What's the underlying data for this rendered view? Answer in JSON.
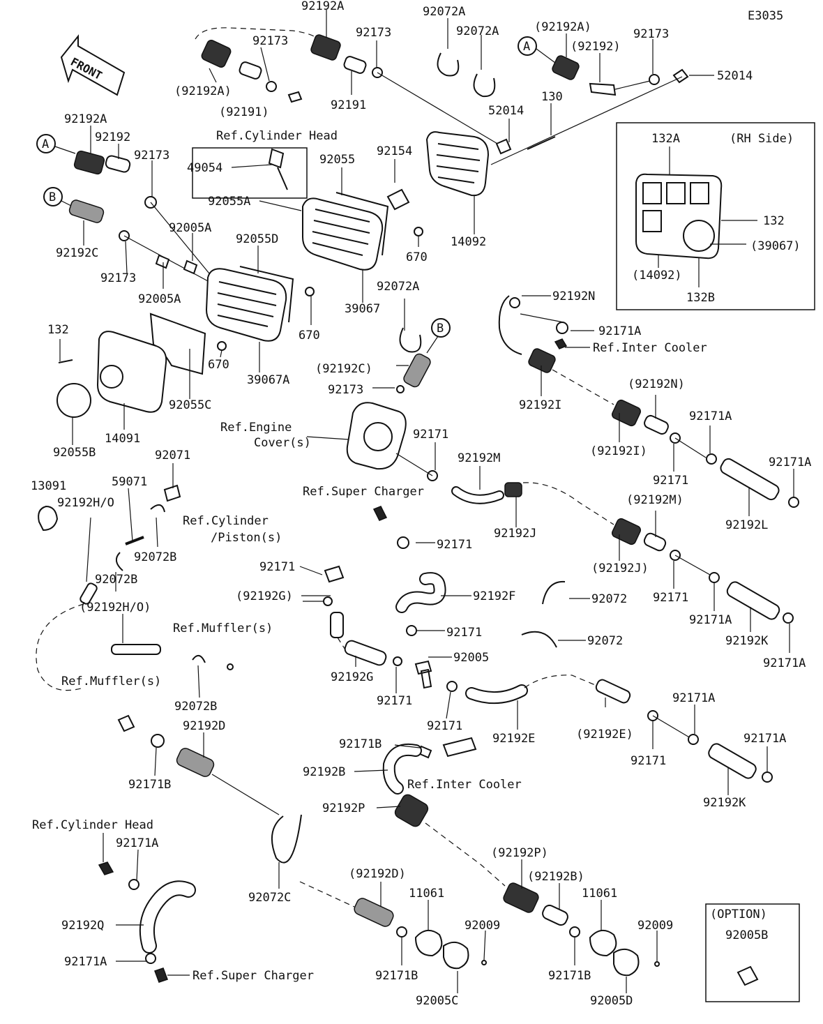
{
  "diagram_code": "E3035",
  "front_label": "FRONT",
  "inset_title": "(RH Side)",
  "option_title": "(OPTION)",
  "callout_a": "A",
  "callout_b": "B",
  "refs": {
    "cylinder_head": "Ref.Cylinder Head",
    "inter_cooler": "Ref.Inter Cooler",
    "engine_cover_1": "Ref.Engine",
    "engine_cover_2": "Cover(s)",
    "super_charger": "Ref.Super Charger",
    "cylinder_piston_1": "Ref.Cylinder",
    "cylinder_piston_2": "/Piston(s)",
    "muffler": "Ref.Muffler(s)",
    "inter_cooler_2": "Ref.Inter Cooler",
    "cylinder_head_2": "Ref.Cylinder Head",
    "super_charger_2": "Ref.Super Charger"
  },
  "parts": {
    "p92192A": "92192A",
    "p92192A_p1": "(92192A)",
    "p92192A_p2": "(92192A)",
    "p92173": "92173",
    "p92191": "92191",
    "p92191_p": "(92191)",
    "p92072A": "92072A",
    "p92192_p": "(92192)",
    "p52014": "52014",
    "p130": "130",
    "p92192": "92192",
    "p49054": "49054",
    "p92055": "92055",
    "p92154": "92154",
    "p92055A": "92055A",
    "p92005A": "92005A",
    "p92055D": "92055D",
    "p92192C": "92192C",
    "p92192C_p": "(92192C)",
    "p670": "670",
    "p39067": "39067",
    "p14092": "14092",
    "p39067A": "39067A",
    "p132": "132",
    "p92055C": "92055C",
    "p14091": "14091",
    "p92055B": "92055B",
    "p132A": "132A",
    "p14092_p": "(14092)",
    "p39067_p": "(39067)",
    "p132B": "132B",
    "p92192N": "92192N",
    "p92192N_p": "(92192N)",
    "p92171A": "92171A",
    "p92192I": "92192I",
    "p92192I_p": "(92192I)",
    "p92171": "92171",
    "p92192L": "92192L",
    "p92192M": "92192M",
    "p92192M_p": "(92192M)",
    "p92192J": "92192J",
    "p92192J_p": "(92192J)",
    "p92192K": "92192K",
    "p92071": "92071",
    "p13091": "13091",
    "p59071": "59071",
    "p92192HO": "92192H/O",
    "p92192HO_p": "(92192H/O)",
    "p92072B": "92072B",
    "p92192G_p": "(92192G)",
    "p92192G": "92192G",
    "p92192F": "92192F",
    "p92072": "92072",
    "p92005": "92005",
    "p92192E": "92192E",
    "p92192E_p": "(92192E)",
    "p92192D": "92192D",
    "p92192D_p": "(92192D)",
    "p92171B": "92171B",
    "p92192B": "92192B",
    "p92192B_p": "(92192B)",
    "p92192P": "92192P",
    "p92192P_p": "(92192P)",
    "p92072C": "92072C",
    "p92192Q": "92192Q",
    "p11061": "11061",
    "p92009": "92009",
    "p92005C": "92005C",
    "p92005D": "92005D",
    "p92005B": "92005B"
  }
}
